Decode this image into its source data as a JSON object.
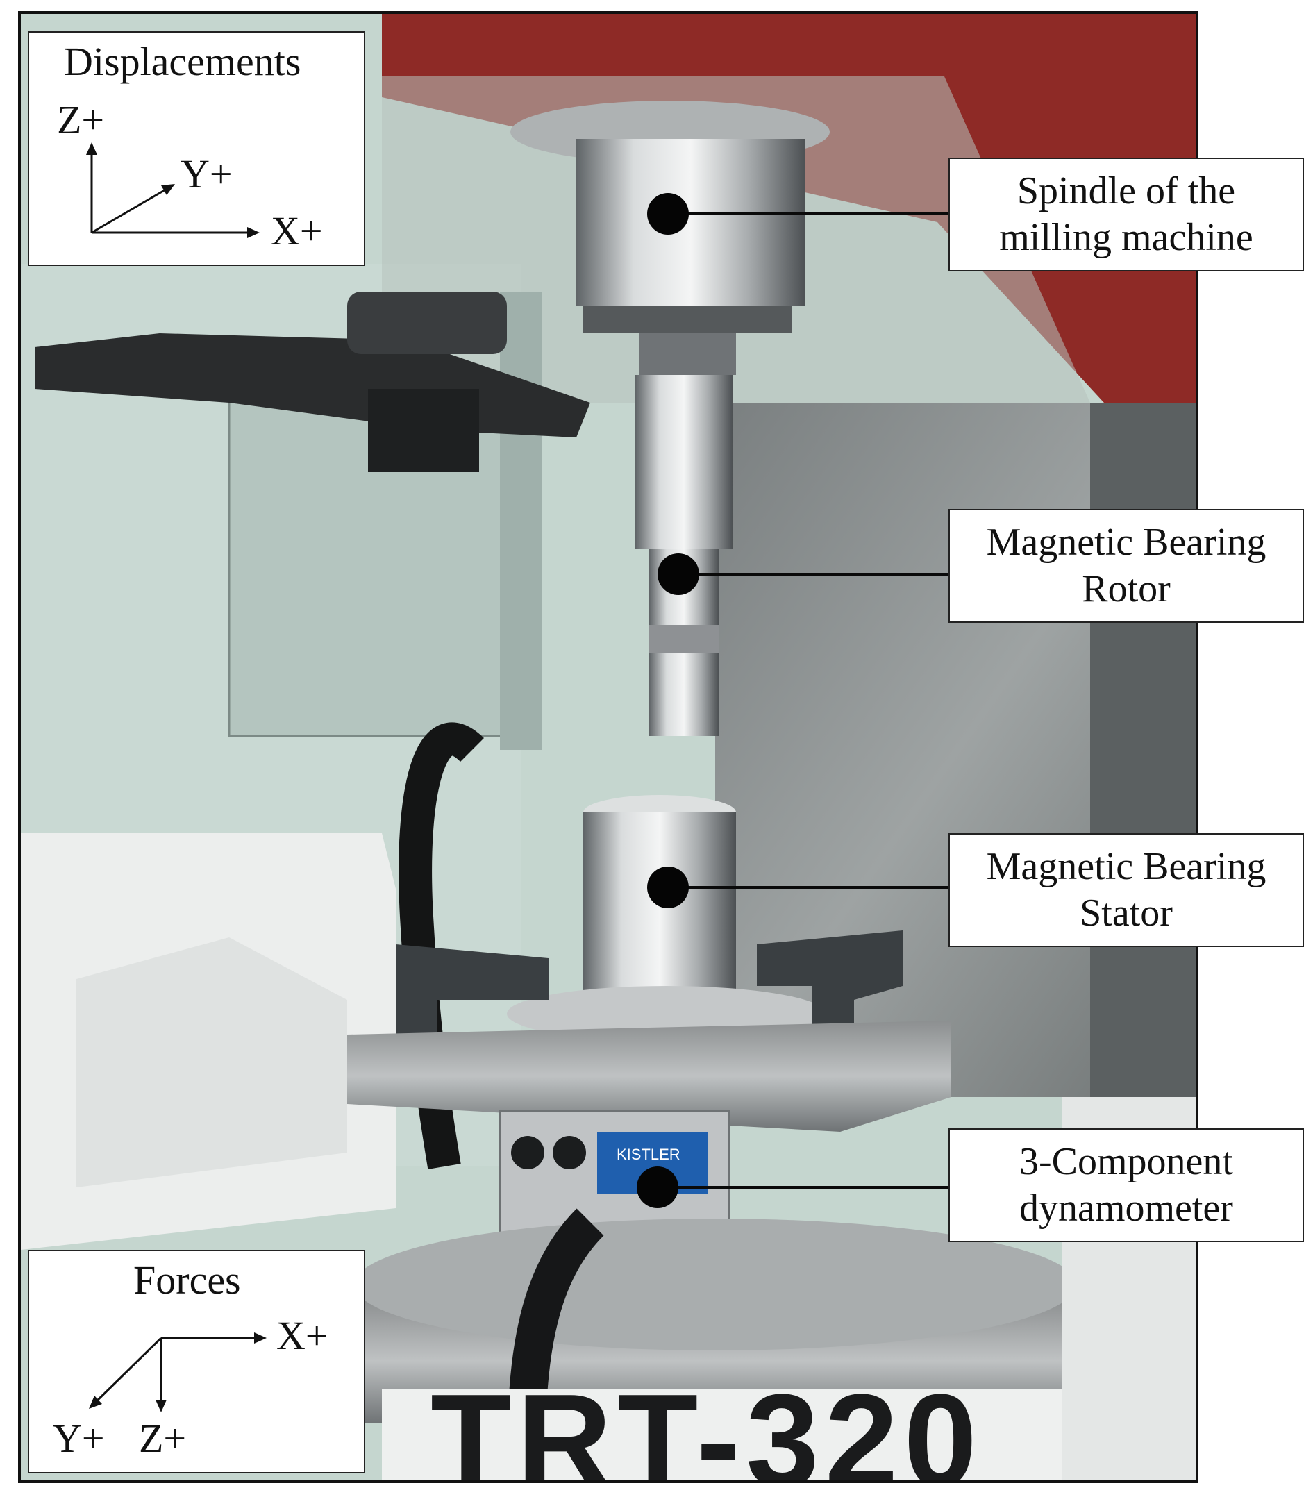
{
  "displacements": {
    "title": "Displacements",
    "z": "Z+",
    "y": "Y+",
    "x": "X+"
  },
  "forces": {
    "title": "Forces",
    "x": "X+",
    "y": "Y+",
    "z": "Z+"
  },
  "callouts": [
    {
      "line1": "Spindle of the",
      "line2": "milling machine"
    },
    {
      "line1": "Magnetic Bearing",
      "line2": "Rotor"
    },
    {
      "line1": "Magnetic Bearing",
      "line2": "Stator"
    },
    {
      "line1": "3-Component",
      "line2": "dynamometer"
    }
  ],
  "machine_marking": "TRT-320",
  "dynamometer_brand": "KISTLER",
  "colors": {
    "housing_red": "#8e2a26",
    "panel_green": "#c5d6cf",
    "steel": "#9a9ea0",
    "kistler_blue": "#1f5fae"
  }
}
